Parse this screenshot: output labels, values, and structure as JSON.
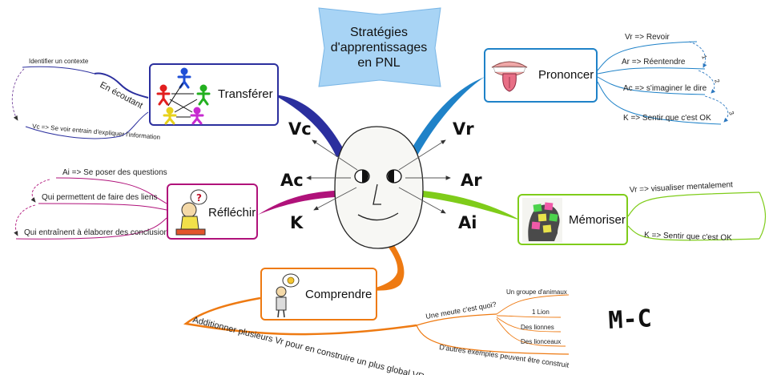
{
  "title": {
    "line1": "Stratégies",
    "line2": "d'apprentissages",
    "line3": "en PNL"
  },
  "signature": "M-C",
  "face_arrows": {
    "vc": "Vc",
    "vr": "Vr",
    "ac": "Ac",
    "ar": "Ar",
    "k": "K",
    "ai": "Ai"
  },
  "nodes": {
    "transferer": {
      "label": "Transférer",
      "branch_label": "En écoutant",
      "items": [
        "Identifier un contexte",
        "Vc => Se voir entrain d'expliquer l'information"
      ]
    },
    "prononcer": {
      "label": "Prononcer",
      "items": [
        "Vr => Revoir",
        "Ar => Réentendre",
        "Ac => s'imaginer le dire",
        "K => Sentir que c'est OK"
      ],
      "steps": [
        "1",
        "2",
        "3"
      ]
    },
    "reflechir": {
      "label": "Réfléchir",
      "items": [
        "Ai => Se poser des questions",
        "Qui permettent de faire des liens",
        "Qui entraînent à élaborer des conclusions"
      ]
    },
    "memoriser": {
      "label": "Mémoriser",
      "items": [
        "Vr => visualiser mentalement",
        "K => Sentir que c'est OK"
      ]
    },
    "comprendre": {
      "label": "Comprendre",
      "main": "Additionner plusieurs Vr pour en construire un plus global VR",
      "question": "Une meute c'est quoi?",
      "answers": [
        "Un groupe d'animaux",
        "1 Lion",
        "Des lionnes",
        "Des lionceaux"
      ],
      "other": "D'autres exemples peuvent être construit"
    }
  },
  "colors": {
    "transferer": "#2b2f9e",
    "prononcer": "#1f82c8",
    "reflechir": "#b0127a",
    "memoriser": "#7fcc1a",
    "comprendre": "#ee7a12",
    "title_bg": "#a8d4f5"
  }
}
